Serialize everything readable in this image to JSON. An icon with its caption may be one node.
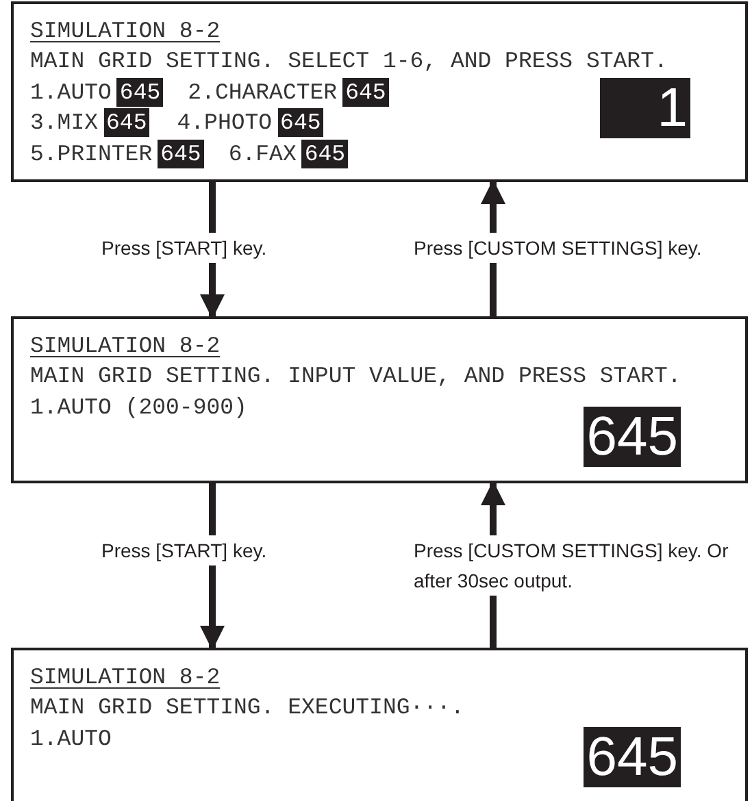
{
  "diagram": {
    "nodes": [
      {
        "text": [
          "SIMULATION 8-2",
          "MAIN GRID SETTING. SELECT 1-6, AND PRESS START.",
          "1.AUTO",
          "645",
          "2.CHARACTER",
          "645",
          "3.MIX",
          "645",
          "4.PHOTO",
          "645",
          "5.PRINTER",
          "645",
          "6.FAX",
          "645",
          "1"
        ]
      },
      {
        "text": [
          "SIMULATION 8-2",
          "MAIN GRID SETTING. INPUT VALUE, AND PRESS START.",
          "1.AUTO (200-900)",
          "645"
        ]
      },
      {
        "text": [
          "SIMULATION 8-2",
          "MAIN GRID SETTING. EXECUTING···.",
          "1.AUTO",
          "645"
        ]
      }
    ],
    "edges": [
      {
        "from": 0,
        "to": 1,
        "arrow": "to",
        "label": "Press [START] key."
      },
      {
        "from": 1,
        "to": 0,
        "arrow": "to",
        "label": "Press [CUSTOM SETTINGS] key."
      },
      {
        "from": 1,
        "to": 2,
        "arrow": "to",
        "label": "Press [START] key."
      },
      {
        "from": 2,
        "to": 1,
        "arrow": "to",
        "label": "Press [CUSTOM SETTINGS] key. Or after 30sec output."
      }
    ]
  }
}
